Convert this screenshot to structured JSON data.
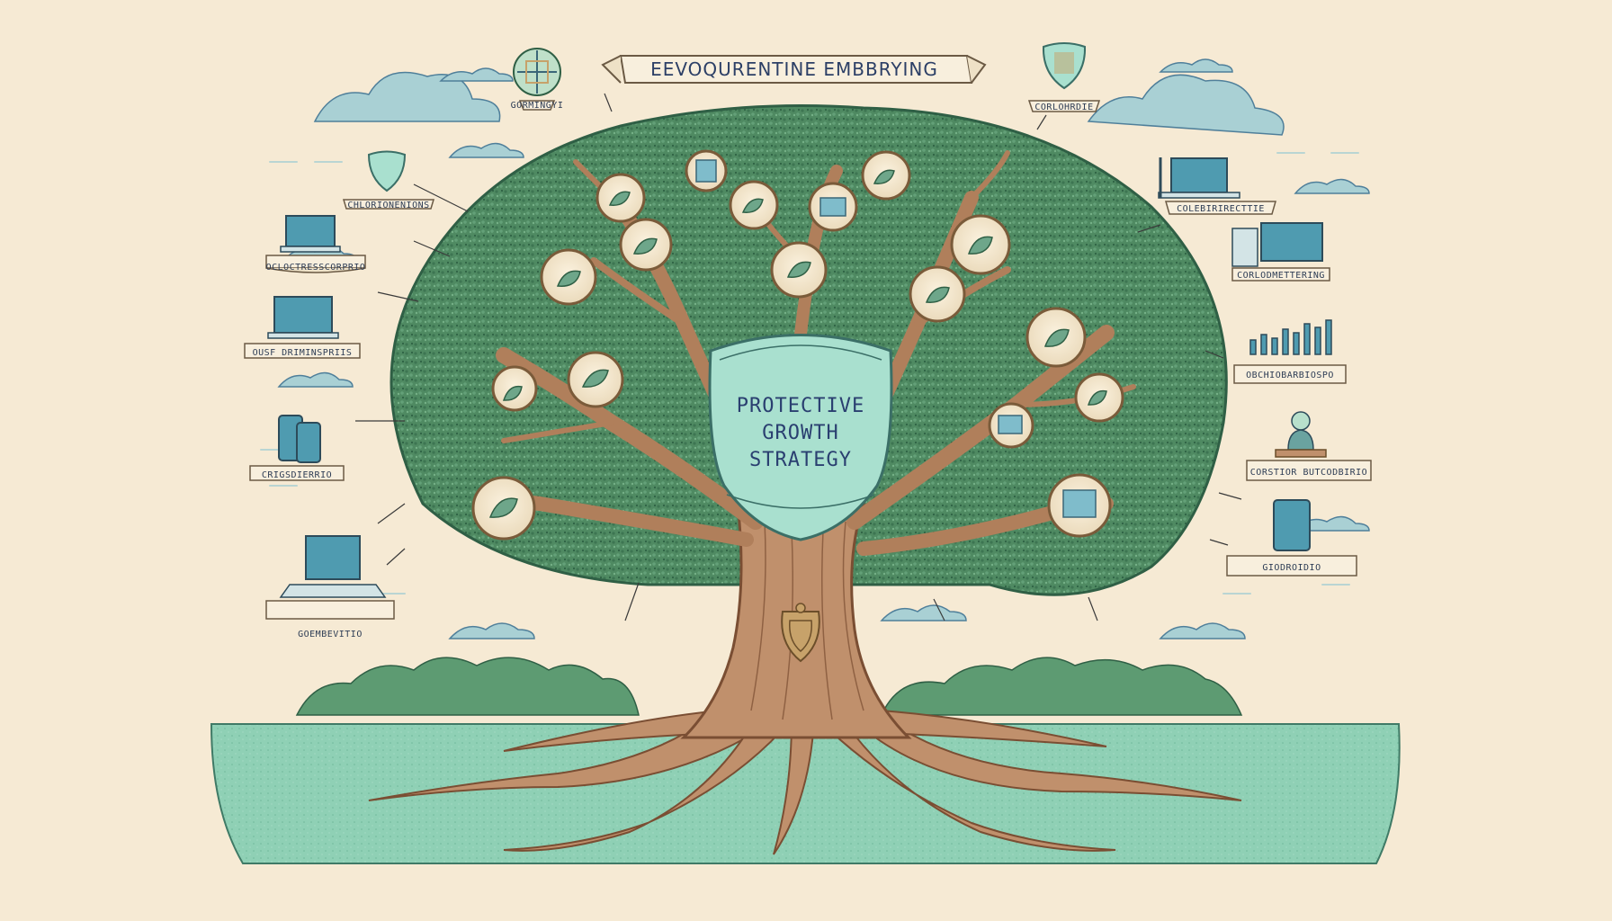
{
  "banner": {
    "title": "EEVOQURENTINE EMBBRYING"
  },
  "shield": {
    "line1": "PROTECTIVE",
    "line2": "GROWTH",
    "line3": "STRATEGY"
  },
  "labels": {
    "top_left_globe": "GORMINGYI",
    "top_right_shield": "CORLOHRDIE",
    "left_shield": "CHLORIONENIONS",
    "left_laptop": "OCLOCTRESSCORPRIO",
    "left_laptop_2": "OUSF DRIMINSPRIIS",
    "left_phones": "CRIGSDIERRIO",
    "left_laptop_3": "GOEMBEVITIO",
    "right_monitor": "COLEBIRIRECTTIE",
    "right_laptop": "CORLODMETTERING",
    "right_chart": "OBCHIOBARBIOSPO",
    "right_person": "CORSTIOR BUTCODBIRIO",
    "right_tablet": "GIODROIDIO"
  },
  "colors": {
    "background": "#f6ead4",
    "canopy": "#4f8a62",
    "trunk": "#c0906c",
    "shield_fill": "#a9e0cf",
    "ground": "#8fd0b5",
    "teal_device": "#4f9bb0"
  },
  "icons": [
    "globe-icon",
    "shield-icon",
    "laptop-icon",
    "phone-icon",
    "tablet-icon",
    "bar-chart-icon",
    "person-icon",
    "leaf-icon",
    "badge-icon"
  ]
}
